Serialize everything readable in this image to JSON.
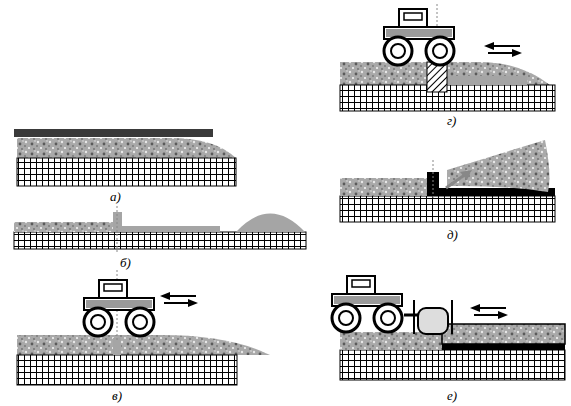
{
  "diagram": {
    "labels": [
      "а)",
      "б)",
      "в)",
      "г)",
      "д)",
      "е)"
    ]
  }
}
